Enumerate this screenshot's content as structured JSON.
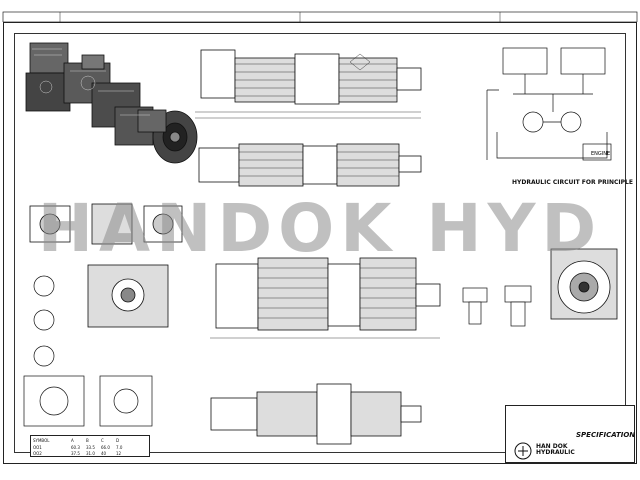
{
  "watermark": "HANDOK HYD",
  "circuit_caption": "HYDRAULIC CIRCUIT FOR PRINCIPLE",
  "circuit_engine": "ENGINE",
  "spec_title": "SPECIFICATION",
  "company_logo": "HAN DOK HYDRAULIC",
  "mount_table": {
    "headers": [
      "SYMBOL",
      "A",
      "B",
      "C",
      "D"
    ],
    "rows": [
      [
        "OO1",
        "60.3",
        "33.5",
        "66.0",
        "7.0"
      ],
      [
        "OO2",
        "37.5",
        "31.0",
        "40",
        "12"
      ]
    ]
  }
}
